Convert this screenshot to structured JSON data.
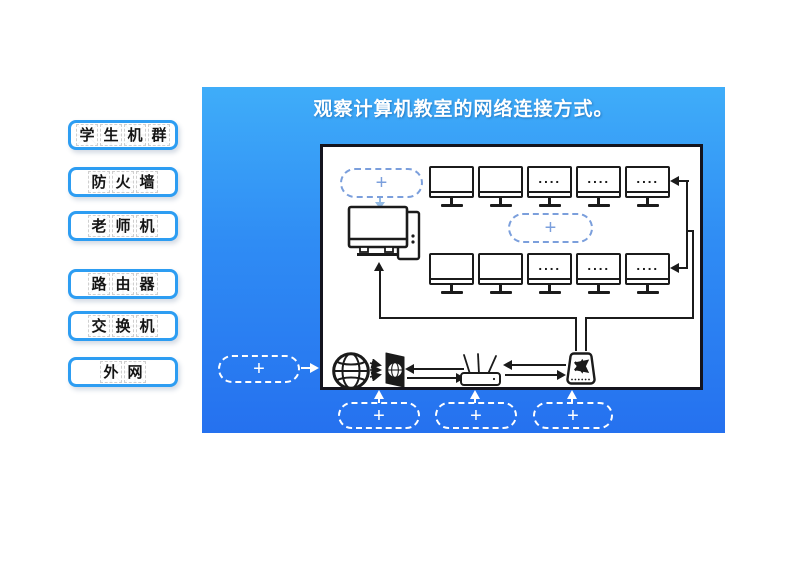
{
  "panel": {
    "title": "观察计算机教室的网络连接方式。",
    "colors": {
      "gradient_top": "#3fadf9",
      "gradient_bottom": "#2571ef"
    }
  },
  "sidebar": {
    "accent_color": "#2d9df2",
    "items": [
      {
        "id": "student-cluster",
        "label": "学生机群",
        "chars": [
          "学",
          "生",
          "机",
          "群"
        ]
      },
      {
        "id": "firewall",
        "label": "防火墙",
        "chars": [
          "防",
          "火",
          "墙"
        ]
      },
      {
        "id": "teacher-machine",
        "label": "老师机",
        "chars": [
          "老",
          "师",
          "机"
        ]
      },
      {
        "id": "router",
        "label": "路由器",
        "chars": [
          "路",
          "由",
          "器"
        ]
      },
      {
        "id": "switch",
        "label": "交换机",
        "chars": [
          "交",
          "换",
          "机"
        ]
      },
      {
        "id": "external-network",
        "label": "外网",
        "chars": [
          "外",
          "网"
        ]
      }
    ]
  },
  "diagram": {
    "plus": "+",
    "monitor_dots": "....",
    "dashed_blue": "#7b9fdc",
    "line_color": "#1b1b1b",
    "placeholders": {
      "blue_inside": 2,
      "white_outside": 4
    },
    "icons": [
      "globe-icon",
      "firewall-icon",
      "wireless-router-icon",
      "switch-icon",
      "teacher-computer-icon",
      "monitor-icon"
    ]
  }
}
